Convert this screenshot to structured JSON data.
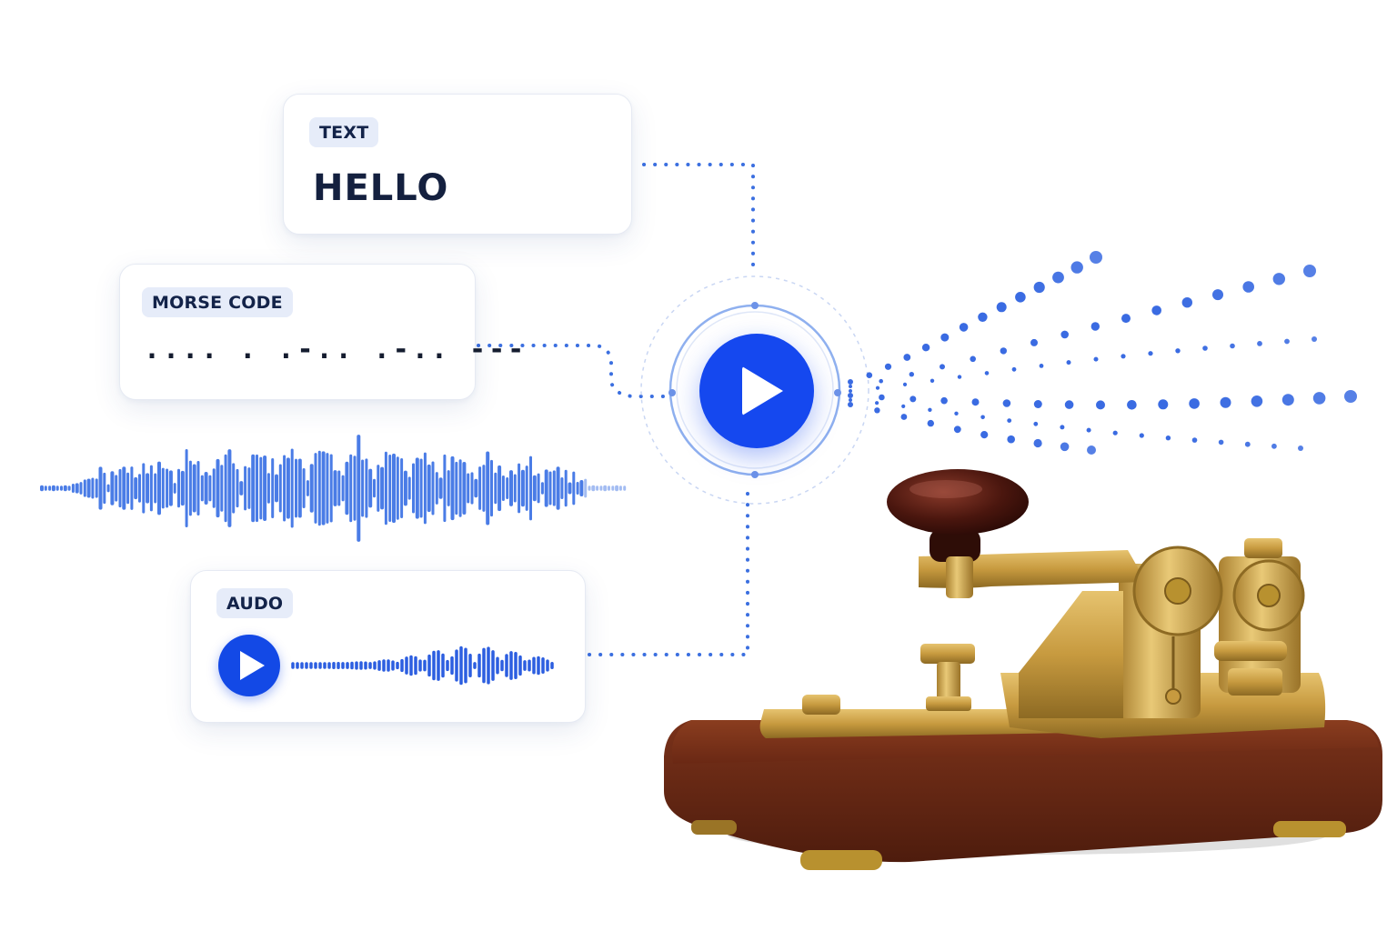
{
  "text_panel": {
    "label": "TEXT",
    "value": "HELLO"
  },
  "morse_panel": {
    "label": "MORSE CODE",
    "value": ".... . .-.. .-.. ---"
  },
  "audio_panel": {
    "label": "AUDO"
  },
  "icons": {
    "center": "play-icon",
    "audio": "play-icon",
    "device": "telegraph-key"
  },
  "colors": {
    "accent": "#1548ef",
    "dots": "#3b6fe0",
    "wave": "#4a7ce6",
    "chip_bg": "#e6ecf9",
    "text": "#14203f",
    "wood": "#6b2c17",
    "brass": "#c9a24d"
  }
}
